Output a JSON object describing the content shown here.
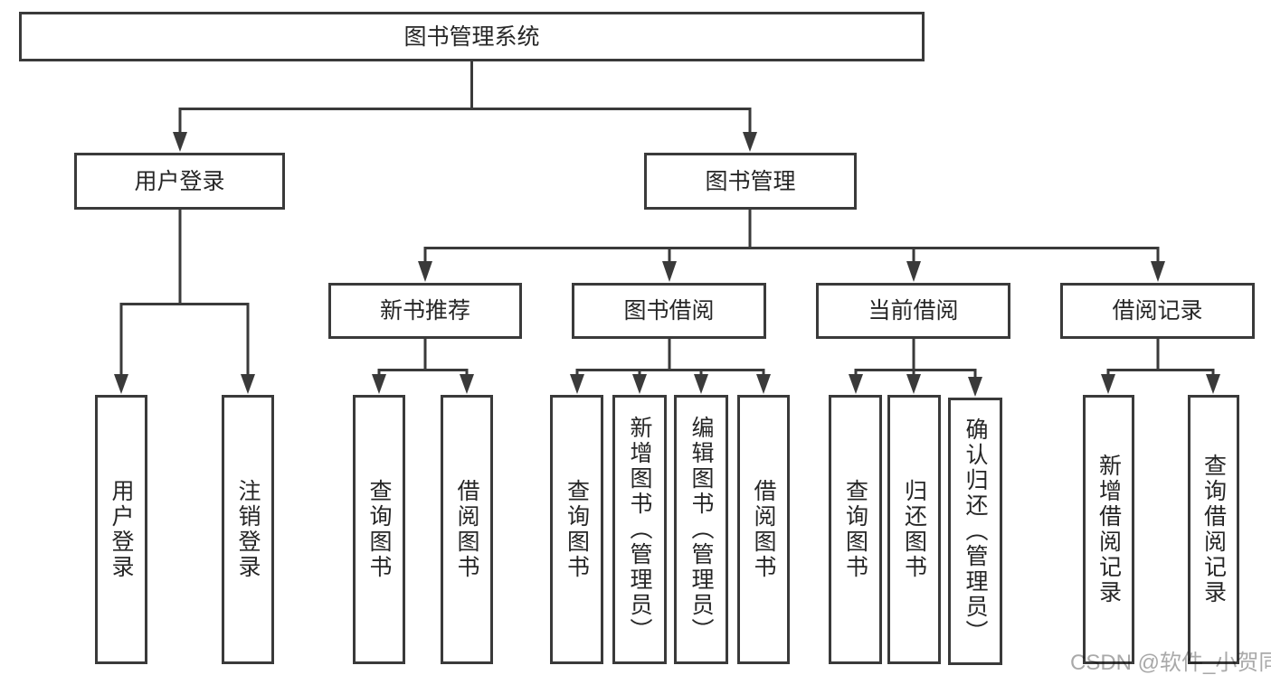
{
  "diagram_title": "图书管理系统",
  "tree": {
    "root": "图书管理系统",
    "children": [
      {
        "label": "用户登录",
        "children": [
          {
            "label": "用户登录"
          },
          {
            "label": "注销登录"
          }
        ]
      },
      {
        "label": "图书管理",
        "children": [
          {
            "label": "新书推荐",
            "children": [
              {
                "label": "查询图书"
              },
              {
                "label": "借阅图书"
              }
            ]
          },
          {
            "label": "图书借阅",
            "children": [
              {
                "label": "查询图书"
              },
              {
                "label": "新增图书（管理员）"
              },
              {
                "label": "编辑图书（管理员）"
              },
              {
                "label": "借阅图书"
              }
            ]
          },
          {
            "label": "当前借阅",
            "children": [
              {
                "label": "查询图书"
              },
              {
                "label": "归还图书"
              },
              {
                "label": "确认归还（管理员）"
              }
            ]
          },
          {
            "label": "借阅记录",
            "children": [
              {
                "label": "新增借阅记录"
              },
              {
                "label": "查询借阅记录"
              }
            ]
          }
        ]
      }
    ]
  },
  "watermark": "CSDN @软件_小贺同学",
  "colors": {
    "line": "#3a3a3a",
    "text": "#262626",
    "box_fill": "#ffffff",
    "watermark": "#a9a9a9",
    "background": "#ffffff"
  }
}
